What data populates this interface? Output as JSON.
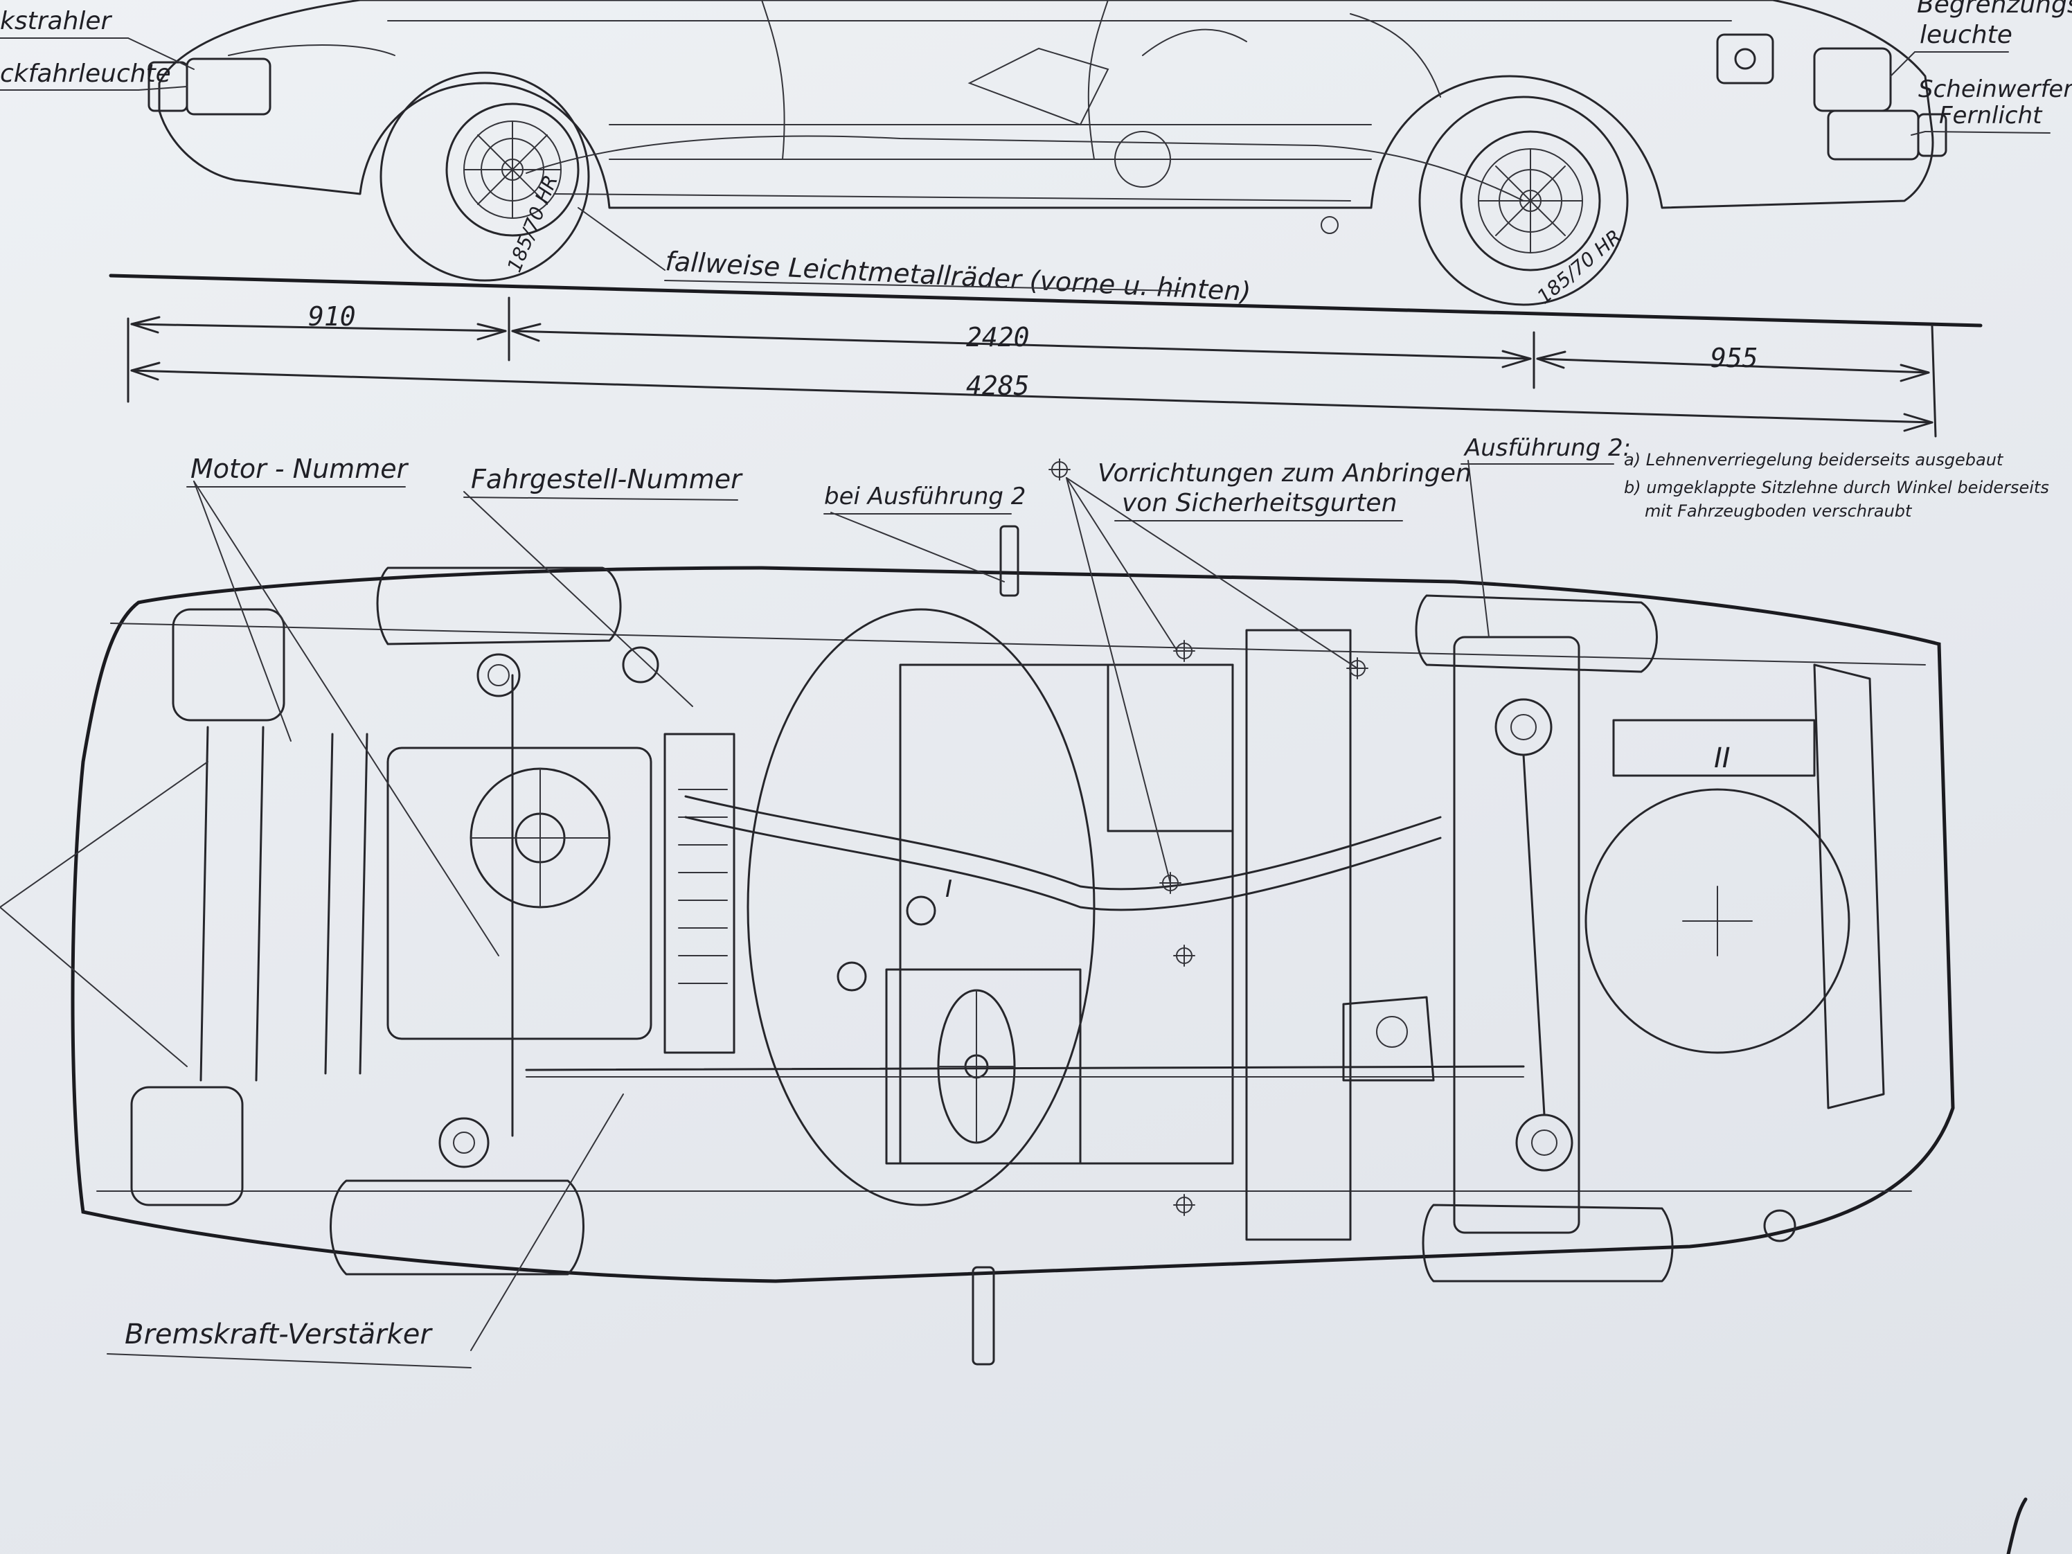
{
  "side_view": {
    "labels": {
      "rueckstrahler": "kstrahler",
      "rueckfahrleuchte": "ckfahrleuchte",
      "begrenzungsleuchte_1": "Begrenzungs",
      "begrenzungsleuchte_2": "leuchte",
      "scheinwerfer_1": "Scheinwerfer fü",
      "scheinwerfer_2": "Fernlicht",
      "wheels_note": "fallweise Leichtmetallräder (vorne u. hinten)",
      "tire_rear": "185/70 HR",
      "tire_front": "185/70 HR"
    },
    "dimensions": {
      "rear_overhang": "910",
      "wheelbase": "2420",
      "front_overhang": "955",
      "total_length": "4285"
    }
  },
  "underside_view": {
    "labels": {
      "motor_nummer": "Motor - Nummer",
      "fahrgestell_nummer": "Fahrgestell-Nummer",
      "bei_ausfuehrung": "bei Ausführung 2",
      "gurte_1": "Vorrichtungen zum Anbringen",
      "gurte_2": "von Sicherheitsgurten",
      "ausfuehrung_title": "Ausführung 2:",
      "ausfuehrung_a": "a) Lehnenverriegelung beiderseits ausgebaut",
      "ausfuehrung_b1": "b) umgeklappte Sitzlehne durch Winkel beiderseits",
      "ausfuehrung_b2": "mit Fahrzeugboden verschraubt",
      "bremskraft": "Bremskraft-Verstärker",
      "marker_I": "I",
      "marker_II": "II"
    }
  }
}
